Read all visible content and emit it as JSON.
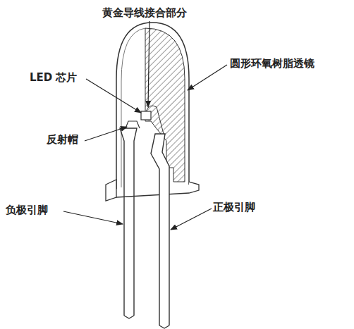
{
  "diagram": {
    "labels": [
      "黄金导线接合部分",
      "圆形环氧树脂透镜",
      "LED 芯片",
      "反射帽",
      "负极引脚",
      "正极引脚"
    ]
  }
}
